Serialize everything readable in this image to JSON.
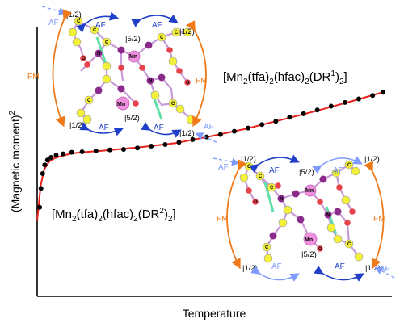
{
  "chart_data": {
    "type": "scatter",
    "xlabel": "Temperature",
    "ylabel": "(Magnetic moment)",
    "ylabel_sup": "2",
    "xlim": [
      0,
      1
    ],
    "ylim": [
      0,
      1
    ],
    "ticks": "none",
    "grid": false,
    "series": [
      {
        "style": "black points",
        "x": [
          0.007,
          0.011,
          0.016,
          0.022,
          0.03,
          0.04,
          0.055,
          0.075,
          0.1,
          0.13,
          0.17,
          0.21,
          0.25,
          0.29,
          0.33,
          0.37,
          0.41,
          0.45,
          0.49,
          0.53,
          0.57,
          0.61,
          0.65,
          0.69,
          0.73,
          0.77,
          0.81,
          0.85,
          0.89,
          0.93,
          0.97,
          1.0
        ],
        "y": [
          0.33,
          0.4,
          0.455,
          0.487,
          0.505,
          0.515,
          0.523,
          0.528,
          0.534,
          0.536,
          0.539,
          0.543,
          0.545,
          0.55,
          0.557,
          0.563,
          0.571,
          0.581,
          0.591,
          0.6,
          0.612,
          0.624,
          0.637,
          0.649,
          0.664,
          0.677,
          0.691,
          0.705,
          0.719,
          0.732,
          0.745,
          0.757
        ]
      },
      {
        "style": "red fit line",
        "x": [
          0.0,
          0.01,
          0.02,
          0.035,
          0.05,
          0.07,
          0.1,
          0.14,
          0.2,
          0.3,
          0.4,
          0.5,
          0.6,
          0.7,
          0.8,
          0.9,
          1.0
        ],
        "y": [
          0.28,
          0.41,
          0.47,
          0.5,
          0.512,
          0.52,
          0.53,
          0.535,
          0.541,
          0.553,
          0.568,
          0.593,
          0.62,
          0.652,
          0.685,
          0.72,
          0.757
        ]
      }
    ],
    "annotations": [
      {
        "compound": "DR1",
        "prefix": "[Mn",
        "s1": "2",
        "p1": "(tfa)",
        "s2": "2",
        "p2": "(hfac)",
        "s3": "2",
        "p3": "(DR",
        "sup": "1",
        "p4": ")",
        "s4": "2",
        "p5": "]"
      },
      {
        "compound": "DR2",
        "prefix": "[Mn",
        "s1": "2",
        "p1": "(tfa)",
        "s2": "2",
        "p2": "(hfac)",
        "s3": "2",
        "p3": "(DR",
        "sup": "2",
        "p4": ")",
        "s4": "2",
        "p5": "]"
      }
    ],
    "insets": [
      {
        "name": "top-left",
        "spins": [
          "|1/2)",
          "|1/2)",
          "|5/2)",
          "|5/2)",
          "|1/2)",
          "|1/2)"
        ],
        "couplings": [
          "AF",
          "AF",
          "AF",
          "AF",
          "FM",
          "FM",
          "AF",
          "AF"
        ],
        "atoms": {
          "C": "C",
          "N": "N",
          "O": "O",
          "Mn": "Mn"
        }
      },
      {
        "name": "bottom-right",
        "spins": [
          "|1/2)",
          "|5/2)",
          "|1/2)",
          "|5/2)",
          "|1/2)",
          "|1/2)"
        ],
        "couplings": [
          "AF",
          "AF",
          "AF",
          "AF",
          "FM",
          "FM",
          "AF",
          "AF"
        ],
        "atoms": {
          "C": "C",
          "N": "N",
          "O": "O",
          "Mn": "Mn"
        }
      }
    ]
  },
  "colors": {
    "points": "#000000",
    "fit": "#e8211d",
    "fm_arrow": "#f07a1a",
    "af_arrow": "#1f3fc9",
    "af_arrow_light": "#7f9bff",
    "carbon": "#f3f03a",
    "nitrogen": "#8b2a8a",
    "oxygen": "#e8424a",
    "manganese": "#f08fe0",
    "bond": "#d9a6e6"
  }
}
